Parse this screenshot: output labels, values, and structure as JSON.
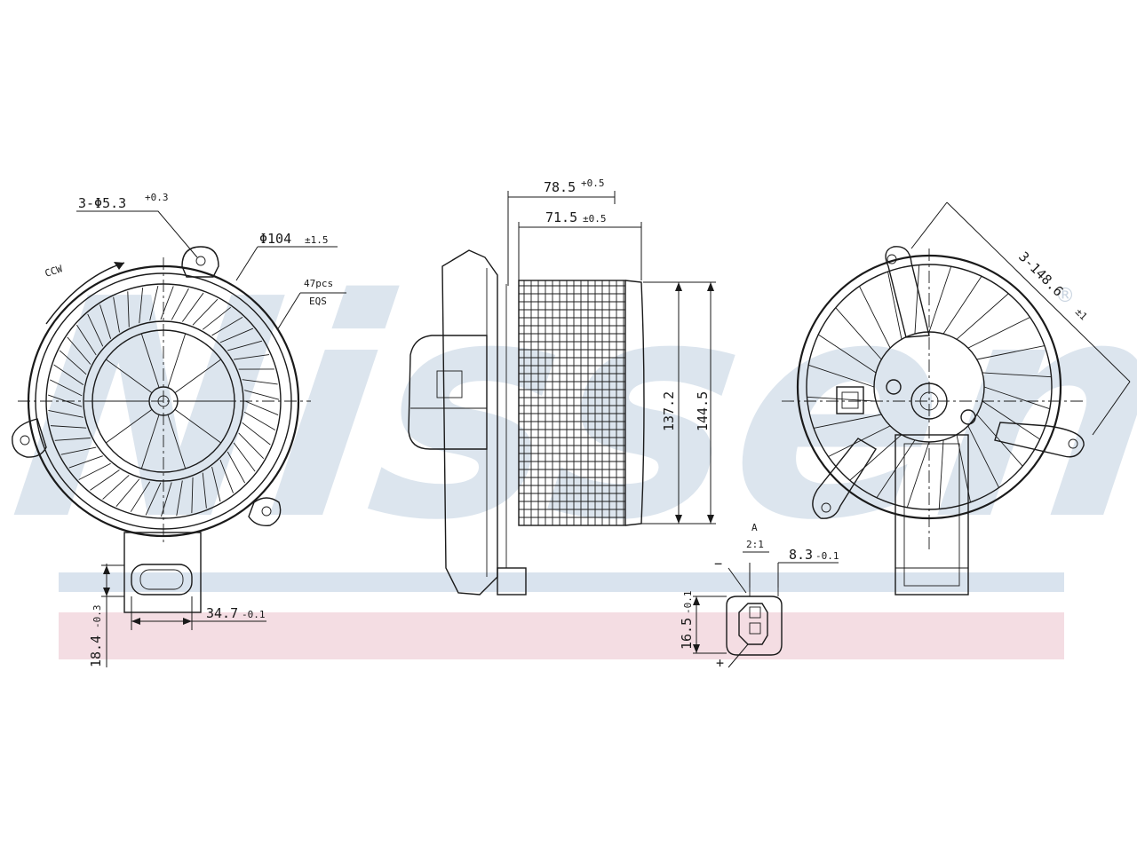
{
  "watermark": {
    "text": "Nissens",
    "registered": "®",
    "color": "#dce5ee",
    "band_blue": "#d9e3ee",
    "band_pink": "#f4dde3"
  },
  "front_view": {
    "mount_holes": "3-Φ5.3",
    "mount_holes_tol": "+0.3",
    "diameter": "Φ104",
    "diameter_tol": "±1.5",
    "blades": "47pcs",
    "blades_spec": "EQS",
    "rotation": "CCW",
    "connector_width": "34.7",
    "connector_width_tol": "-0.1",
    "connector_height": "18.4",
    "connector_height_tol": "-0.3"
  },
  "side_view": {
    "overall_depth": "78.5",
    "overall_depth_tol": "+0.5",
    "wheel_depth": "71.5",
    "wheel_depth_tol": "±0.5",
    "wheel_height": "137.2",
    "housing_height": "144.5"
  },
  "detail_a": {
    "label": "A",
    "scale": "2:1",
    "pin_pitch": "8.3",
    "pin_pitch_tol": "-0.1",
    "pin_span": "16.5",
    "pin_span_tol": "-0.1",
    "minus": "−",
    "plus": "+"
  },
  "rear_view": {
    "bolt_circle": "3-148.6",
    "bolt_circle_tol": "±1"
  }
}
